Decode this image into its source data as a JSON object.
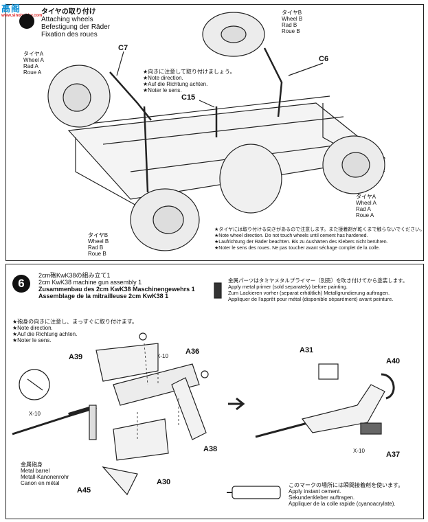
{
  "watermark": {
    "text": "高阁",
    "url": "www.sinohobby.com"
  },
  "step5": {
    "title_lines": [
      "タイヤの取り付け",
      "Attaching wheels",
      "Befestigung der Räder",
      "Fixation des roues"
    ],
    "wheelB_top": [
      "タイヤB",
      "Wheel B",
      "Rad B",
      "Roue B"
    ],
    "wheelA_left": [
      "タイヤA",
      "Wheel A",
      "Rad A",
      "Roue A"
    ],
    "wheelB_bottom": [
      "タイヤB",
      "Wheel B",
      "Rad B",
      "Roue B"
    ],
    "wheelA_right": [
      "タイヤA",
      "Wheel A",
      "Rad A",
      "Roue A"
    ],
    "direction_note": [
      "★向きに注意して取り付けましょう。",
      "★Note direction.",
      "★Auf die Richtung achten.",
      "★Noter le sens."
    ],
    "wheel_note": [
      "★タイヤには取り付ける向きがあるので注意します。また接着剤が乾くまで触らないでください。",
      "★Note wheel direction. Do not touch wheels until cement has hardened.",
      "★Laufrichtung der Räder beachten. Bis zu Aushärten des Klebers nicht berühren.",
      "★Noter le sens des roues. Ne pas toucher avant séchage complet de la colle."
    ],
    "parts": {
      "c7": "C7",
      "c6": "C6",
      "c15": "C15"
    }
  },
  "step6": {
    "number": "6",
    "title_lines": [
      "2cm砲KwK38の組み立て1",
      "2cm KwK38 machine gun assembly 1",
      "Zusammenbau des 2cm KwK38 Maschinengewehrs 1",
      "Assemblage de la mitrailleuse 2cm KwK38 1"
    ],
    "primer_note": [
      "金属パーツはタミヤメタルプライマー（別売）を吹き付けてから塗装します。",
      "Apply metal primer (sold separately) before painting.",
      "Zum Lackieren vorher (separat erhältlich) Metallgrundierung auftragen.",
      "Appliquer de l'apprêt pour métal (disponible séparément) avant peinture."
    ],
    "direction_note": [
      "★砲身の向きに注意し、まっすぐに取り付けます。",
      "★Note direction.",
      "★Auf die Richtung achten.",
      "★Noter le sens."
    ],
    "barrel_label": [
      "金属砲身",
      "Metal barrel",
      "Metall-Kanonenrohr",
      "Canon en métal"
    ],
    "cement_note": [
      "このマークの場所には瞬間接着剤を使います。",
      "Apply instant cement.",
      "Sekundenkleber auftragen.",
      "Appliquer de la colle rapide (cyanoacrylate)."
    ],
    "parts": {
      "a39": "A39",
      "a36": "A36",
      "a38": "A38",
      "a30": "A30",
      "a45": "A45",
      "a31": "A31",
      "a40": "A40",
      "a37": "A37",
      "x10a": "X-10",
      "x10b": "X-10",
      "x10c": "X-10"
    }
  }
}
